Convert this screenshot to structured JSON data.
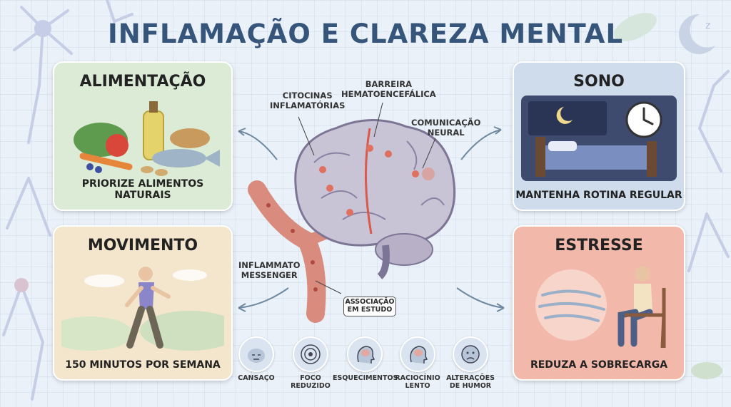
{
  "title": "INFLAMAÇÃO E CLAREZA MENTAL",
  "cards": {
    "food": {
      "title": "ALIMENTAÇÃO",
      "caption": "PRIORIZE ALIMENTOS NATURAIS"
    },
    "movement": {
      "title": "MOVIMENTO",
      "caption": "150 MINUTOS POR SEMANA"
    },
    "sleep": {
      "title": "SONO",
      "caption": "MANTENHA ROTINA REGULAR"
    },
    "stress": {
      "title": "ESTRESSE",
      "caption": "REDUZA A SOBRECARGA"
    }
  },
  "labels": {
    "cytokines_1": "CITOCINAS",
    "cytokines_2": "INFLAMATÓRIAS",
    "barrier_1": "BARREIRA",
    "barrier_2": "HEMATOENCEFÁLICA",
    "communication_1": "COMUNICAÇÃO",
    "communication_2": "NEURAL",
    "messenger_1": "INFLAMMATO",
    "messenger_2": "MESSENGER"
  },
  "note": {
    "line1": "ASSOCIAÇÃO",
    "line2": "EM ESTUDO"
  },
  "symptoms": [
    {
      "line1": "CANSAÇO",
      "line2": "",
      "icon": "tired-face-icon"
    },
    {
      "line1": "FOCO",
      "line2": "REDUZIDO",
      "icon": "target-icon"
    },
    {
      "line1": "ESQUECIMENTOS",
      "line2": "",
      "icon": "head-brain-icon"
    },
    {
      "line1": "RACIOCÍNIO",
      "line2": "LENTO",
      "icon": "head-brain-icon"
    },
    {
      "line1": "ALTERAÇÕES",
      "line2": "DE HUMOR",
      "icon": "sad-face-icon"
    }
  ],
  "colors": {
    "title": "#36557a",
    "food_bg": "#dcebd6",
    "movement_bg": "#f4e6cc",
    "sleep_bg": "#cfdcec",
    "stress_bg": "#f2b8aa",
    "brain": "#c9c3d6",
    "vessel": "#d98b7e"
  }
}
